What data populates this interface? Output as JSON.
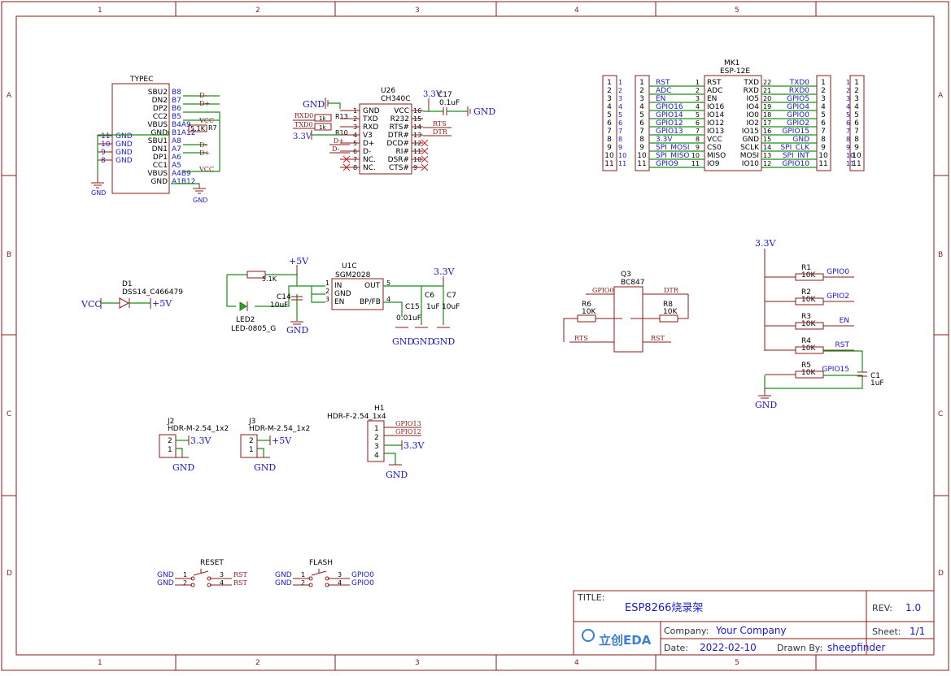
{
  "grid": {
    "columns": [
      "1",
      "2",
      "3",
      "4",
      "5"
    ],
    "rows": [
      "A",
      "B",
      "C",
      "D"
    ]
  },
  "title_block": {
    "title_label": "TITLE:",
    "title": "ESP8266烧录架",
    "rev_label": "REV:",
    "rev": "1.0",
    "company_label": "Company:",
    "company": "Your Company",
    "sheet_label": "Sheet:",
    "sheet": "1/1",
    "date_label": "Date:",
    "date": "2022-02-10",
    "drawn_label": "Drawn By:",
    "drawn_by": "sheepfinder",
    "logo": "立创EDA"
  },
  "typec": {
    "name": "TYPEC",
    "left_pins": [
      "11",
      "10",
      "9",
      "8"
    ],
    "left_labels": [
      "GND",
      "GND",
      "GND",
      "GND"
    ],
    "right_labels": [
      "SBU2",
      "DN2",
      "DP2",
      "CC2",
      "VBUS",
      "GND",
      "SBU1",
      "DN1",
      "DP1",
      "CC1",
      "VBUS",
      "GND"
    ],
    "right_pins": [
      "B8",
      "B7",
      "B6",
      "B5",
      "B4A9",
      "B1A12",
      "A8",
      "A7",
      "A6",
      "A5",
      "A4B9",
      "A1B12"
    ],
    "nets": [
      "D-",
      "D+",
      "VCC",
      "D-",
      "D+",
      "VCC"
    ],
    "resistor": "5.1K",
    "resistor_ref": "R7",
    "gnd": "GND"
  },
  "ch340": {
    "ref": "U26",
    "part": "CH340C",
    "left_labels": [
      "GND",
      "TXD",
      "RXD",
      "V3",
      "D+",
      "D-",
      "NC.",
      "NC."
    ],
    "left_pins": [
      "1",
      "2",
      "3",
      "4",
      "5",
      "6",
      "7",
      "8"
    ],
    "right_labels": [
      "VCC",
      "R232",
      "RTS#",
      "DTR#",
      "DCD#",
      "RI#",
      "DSR#",
      "CTS#"
    ],
    "right_pins": [
      "16",
      "15",
      "14",
      "13",
      "12",
      "11",
      "10",
      "9"
    ],
    "r13": "R13",
    "r10": "R10",
    "r_value": "1k",
    "nets_left": [
      "RXD0",
      "TXD0"
    ],
    "nets_right": [
      "RTS",
      "DTR"
    ],
    "power_33": "3.3V",
    "gnd": "GND",
    "cap_ref": "C17",
    "cap_value": "0.1uF",
    "d_plus": "D+",
    "d_minus": "D-"
  },
  "esp": {
    "ref": "MK1",
    "part": "ESP-12E",
    "left_labels": [
      "RST",
      "ADC",
      "EN",
      "IO16",
      "IO14",
      "IO12",
      "IO13",
      "VCC",
      "CS0",
      "MISO",
      "IO9"
    ],
    "left_pins": [
      "1",
      "2",
      "3",
      "4",
      "5",
      "6",
      "7",
      "8",
      "9",
      "10",
      "11"
    ],
    "right_labels": [
      "TXD",
      "RXD",
      "IO5",
      "IO4",
      "IO0",
      "IO2",
      "IO15",
      "GND",
      "SCLK",
      "MOSI",
      "IO10"
    ],
    "right_pins": [
      "22",
      "21",
      "20",
      "19",
      "18",
      "17",
      "16",
      "15",
      "14",
      "13",
      "12"
    ],
    "left_nets": [
      "RST",
      "ADC",
      "EN",
      "GPIO16",
      "GPIO14",
      "GPIO12",
      "GPIO13",
      "3.3V",
      "SPI_MOSI",
      "SPI_MISO",
      "GPIO9"
    ],
    "right_nets": [
      "TXD0",
      "RXD0",
      "GPIO5",
      "GPIO4",
      "GPIO0",
      "GPIO2",
      "GPIO15",
      "GND",
      "SPI_CLK",
      "SPI_INT",
      "GPIO10"
    ],
    "header_pins": [
      "1",
      "2",
      "3",
      "4",
      "5",
      "6",
      "7",
      "8",
      "9",
      "10",
      "11"
    ]
  },
  "diode": {
    "ref": "D1",
    "part": "DSS14_C466479",
    "vcc": "VCC",
    "plus5": "+5V"
  },
  "ldo": {
    "ref": "U1C",
    "part": "SGM2028",
    "pins_left": [
      "IN",
      "GND",
      "EN"
    ],
    "pins_left_num": [
      "1",
      "2",
      "3"
    ],
    "pin_out": "OUT",
    "pin_out_num": "5",
    "pin_bp": "BP/FB",
    "pin_bp_num": "4",
    "plus5": "+5V",
    "r_value": "5.1K",
    "c14": "C14",
    "c14_value": "10uF",
    "led": "LED2",
    "led_part": "LED-0805_G",
    "gnd": "GND",
    "power_33": "3.3V",
    "c15": "C15",
    "c15_value": "0.01uF",
    "c6": "C6",
    "c6_value": "1uF",
    "c7": "C7",
    "c7_value": "10uF"
  },
  "transistor": {
    "ref": "Q3",
    "part": "BC847",
    "r6": "R6",
    "r8": "R8",
    "r_value": "10K",
    "net_gpio0": "GPIO0",
    "net_dtr": "DTR",
    "net_rts": "RTS",
    "net_rst": "RST"
  },
  "pullups": {
    "power": "3.3V",
    "gnd": "GND",
    "resistors": [
      {
        "ref": "R1",
        "value": "10K",
        "net": "GPIO0"
      },
      {
        "ref": "R2",
        "value": "10K",
        "net": "GPIO2"
      },
      {
        "ref": "R3",
        "value": "10K",
        "net": "EN"
      },
      {
        "ref": "R4",
        "value": "10K",
        "net": "RST"
      },
      {
        "ref": "R5",
        "value": "10K",
        "net": "GPIO15"
      }
    ],
    "cap_ref": "C1",
    "cap_value": "1uF"
  },
  "headers": {
    "j2_ref": "J2",
    "j2_part": "HDR-M-2.54_1x2",
    "j2_power": "3.3V",
    "j3_ref": "J3",
    "j3_part": "HDR-M-2.54_1x2",
    "j3_power": "+5V",
    "h1_ref": "H1",
    "h1_part": "HDR-F-2.54_1x4",
    "h1_nets": [
      "GPIO13",
      "GPIO12"
    ],
    "h1_power": "3.3V",
    "gnd": "GND",
    "pins2": [
      "2",
      "1"
    ],
    "pins4": [
      "1",
      "2",
      "3",
      "4"
    ]
  },
  "buttons": {
    "reset_label": "RESET",
    "flash_label": "FLASH",
    "gnd": "GND",
    "rst": "RST",
    "gpio0": "GPIO0",
    "pins": [
      "1",
      "2",
      "3",
      "4"
    ]
  }
}
